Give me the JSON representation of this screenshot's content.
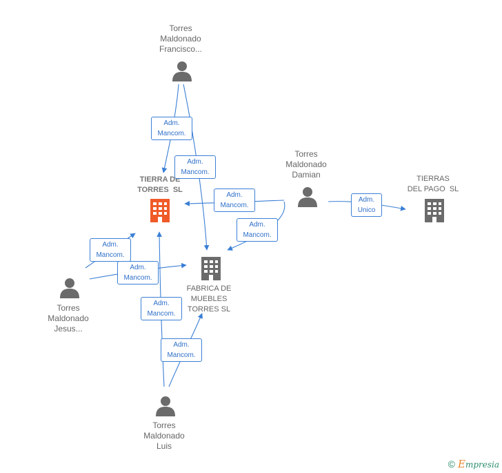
{
  "nodes": {
    "francisco": {
      "lines": [
        "Torres",
        "Maldonado",
        "Francisco..."
      ]
    },
    "damian": {
      "lines": [
        "Torres",
        "Maldonado",
        "Damian"
      ]
    },
    "jesus": {
      "lines": [
        "Torres",
        "Maldonado",
        "Jesus..."
      ]
    },
    "luis": {
      "lines": [
        "Torres",
        "Maldonado",
        "Luis"
      ]
    },
    "tierra_de_torres": {
      "lines": [
        "TIERRA DE",
        "TORRES  SL"
      ]
    },
    "fabrica": {
      "lines": [
        "FABRICA DE",
        "MUEBLES",
        "TORRES SL"
      ]
    },
    "tierras_del_pago": {
      "lines": [
        "TIERRAS",
        "DEL PAGO  SL"
      ]
    }
  },
  "edges": {
    "e1": {
      "line1": "Adm.",
      "line2": "Mancom."
    },
    "e2": {
      "line1": "Adm.",
      "line2": "Mancom."
    },
    "e3": {
      "line1": "Adm.",
      "line2": "Mancom."
    },
    "e4": {
      "line1": "Adm.",
      "line2": "Mancom."
    },
    "e5": {
      "line1": "Adm.",
      "line2": "Unico"
    },
    "e6": {
      "line1": "Adm.",
      "line2": "Mancom."
    },
    "e7": {
      "line1": "Adm.",
      "line2": "Mancom."
    },
    "e8": {
      "line1": "Adm.",
      "line2": "Mancom."
    },
    "e9": {
      "line1": "Adm.",
      "line2": "Mancom."
    }
  },
  "colors": {
    "edge": "#3a7fd5",
    "person_icon": "#6b6b6b",
    "company_icon": "#6b6b6b",
    "main_company_icon": "#f05a28"
  },
  "footer": {
    "copyright": "©",
    "brand_first": "E",
    "brand_rest": "mpresia"
  }
}
